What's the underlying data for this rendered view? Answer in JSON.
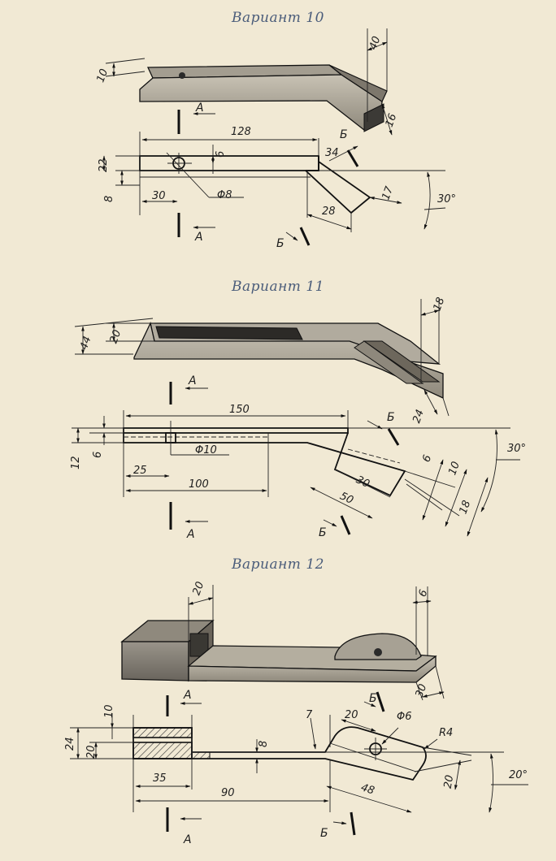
{
  "variants": [
    {
      "title": "Вариант 10",
      "iso_dims": [
        "10",
        "40",
        "16"
      ],
      "section_labels": [
        "А",
        "А",
        "Б",
        "Б"
      ],
      "dims": [
        "128",
        "6",
        "22",
        "8",
        "30",
        "Φ8",
        "34",
        "28",
        "17",
        "30°"
      ]
    },
    {
      "title": "Вариант 11",
      "iso_dims": [
        "44",
        "20",
        "18",
        "24"
      ],
      "section_labels": [
        "А",
        "А",
        "Б",
        "Б"
      ],
      "dims": [
        "150",
        "12",
        "6",
        "Φ10",
        "25",
        "100",
        "30",
        "50",
        "6",
        "10",
        "18",
        "30°"
      ]
    },
    {
      "title": "Вариант 12",
      "iso_dims": [
        "20",
        "6",
        "30"
      ],
      "section_labels": [
        "А",
        "А",
        "Б",
        "Б"
      ],
      "dims": [
        "10",
        "24",
        "20",
        "35",
        "90",
        "8",
        "7",
        "20",
        "Φ6",
        "R4",
        "48",
        "20",
        "20°"
      ]
    }
  ],
  "colors": {
    "paper": "#f1e9d4",
    "ink": "#1e1e1e",
    "title": "#4a5c7a"
  }
}
